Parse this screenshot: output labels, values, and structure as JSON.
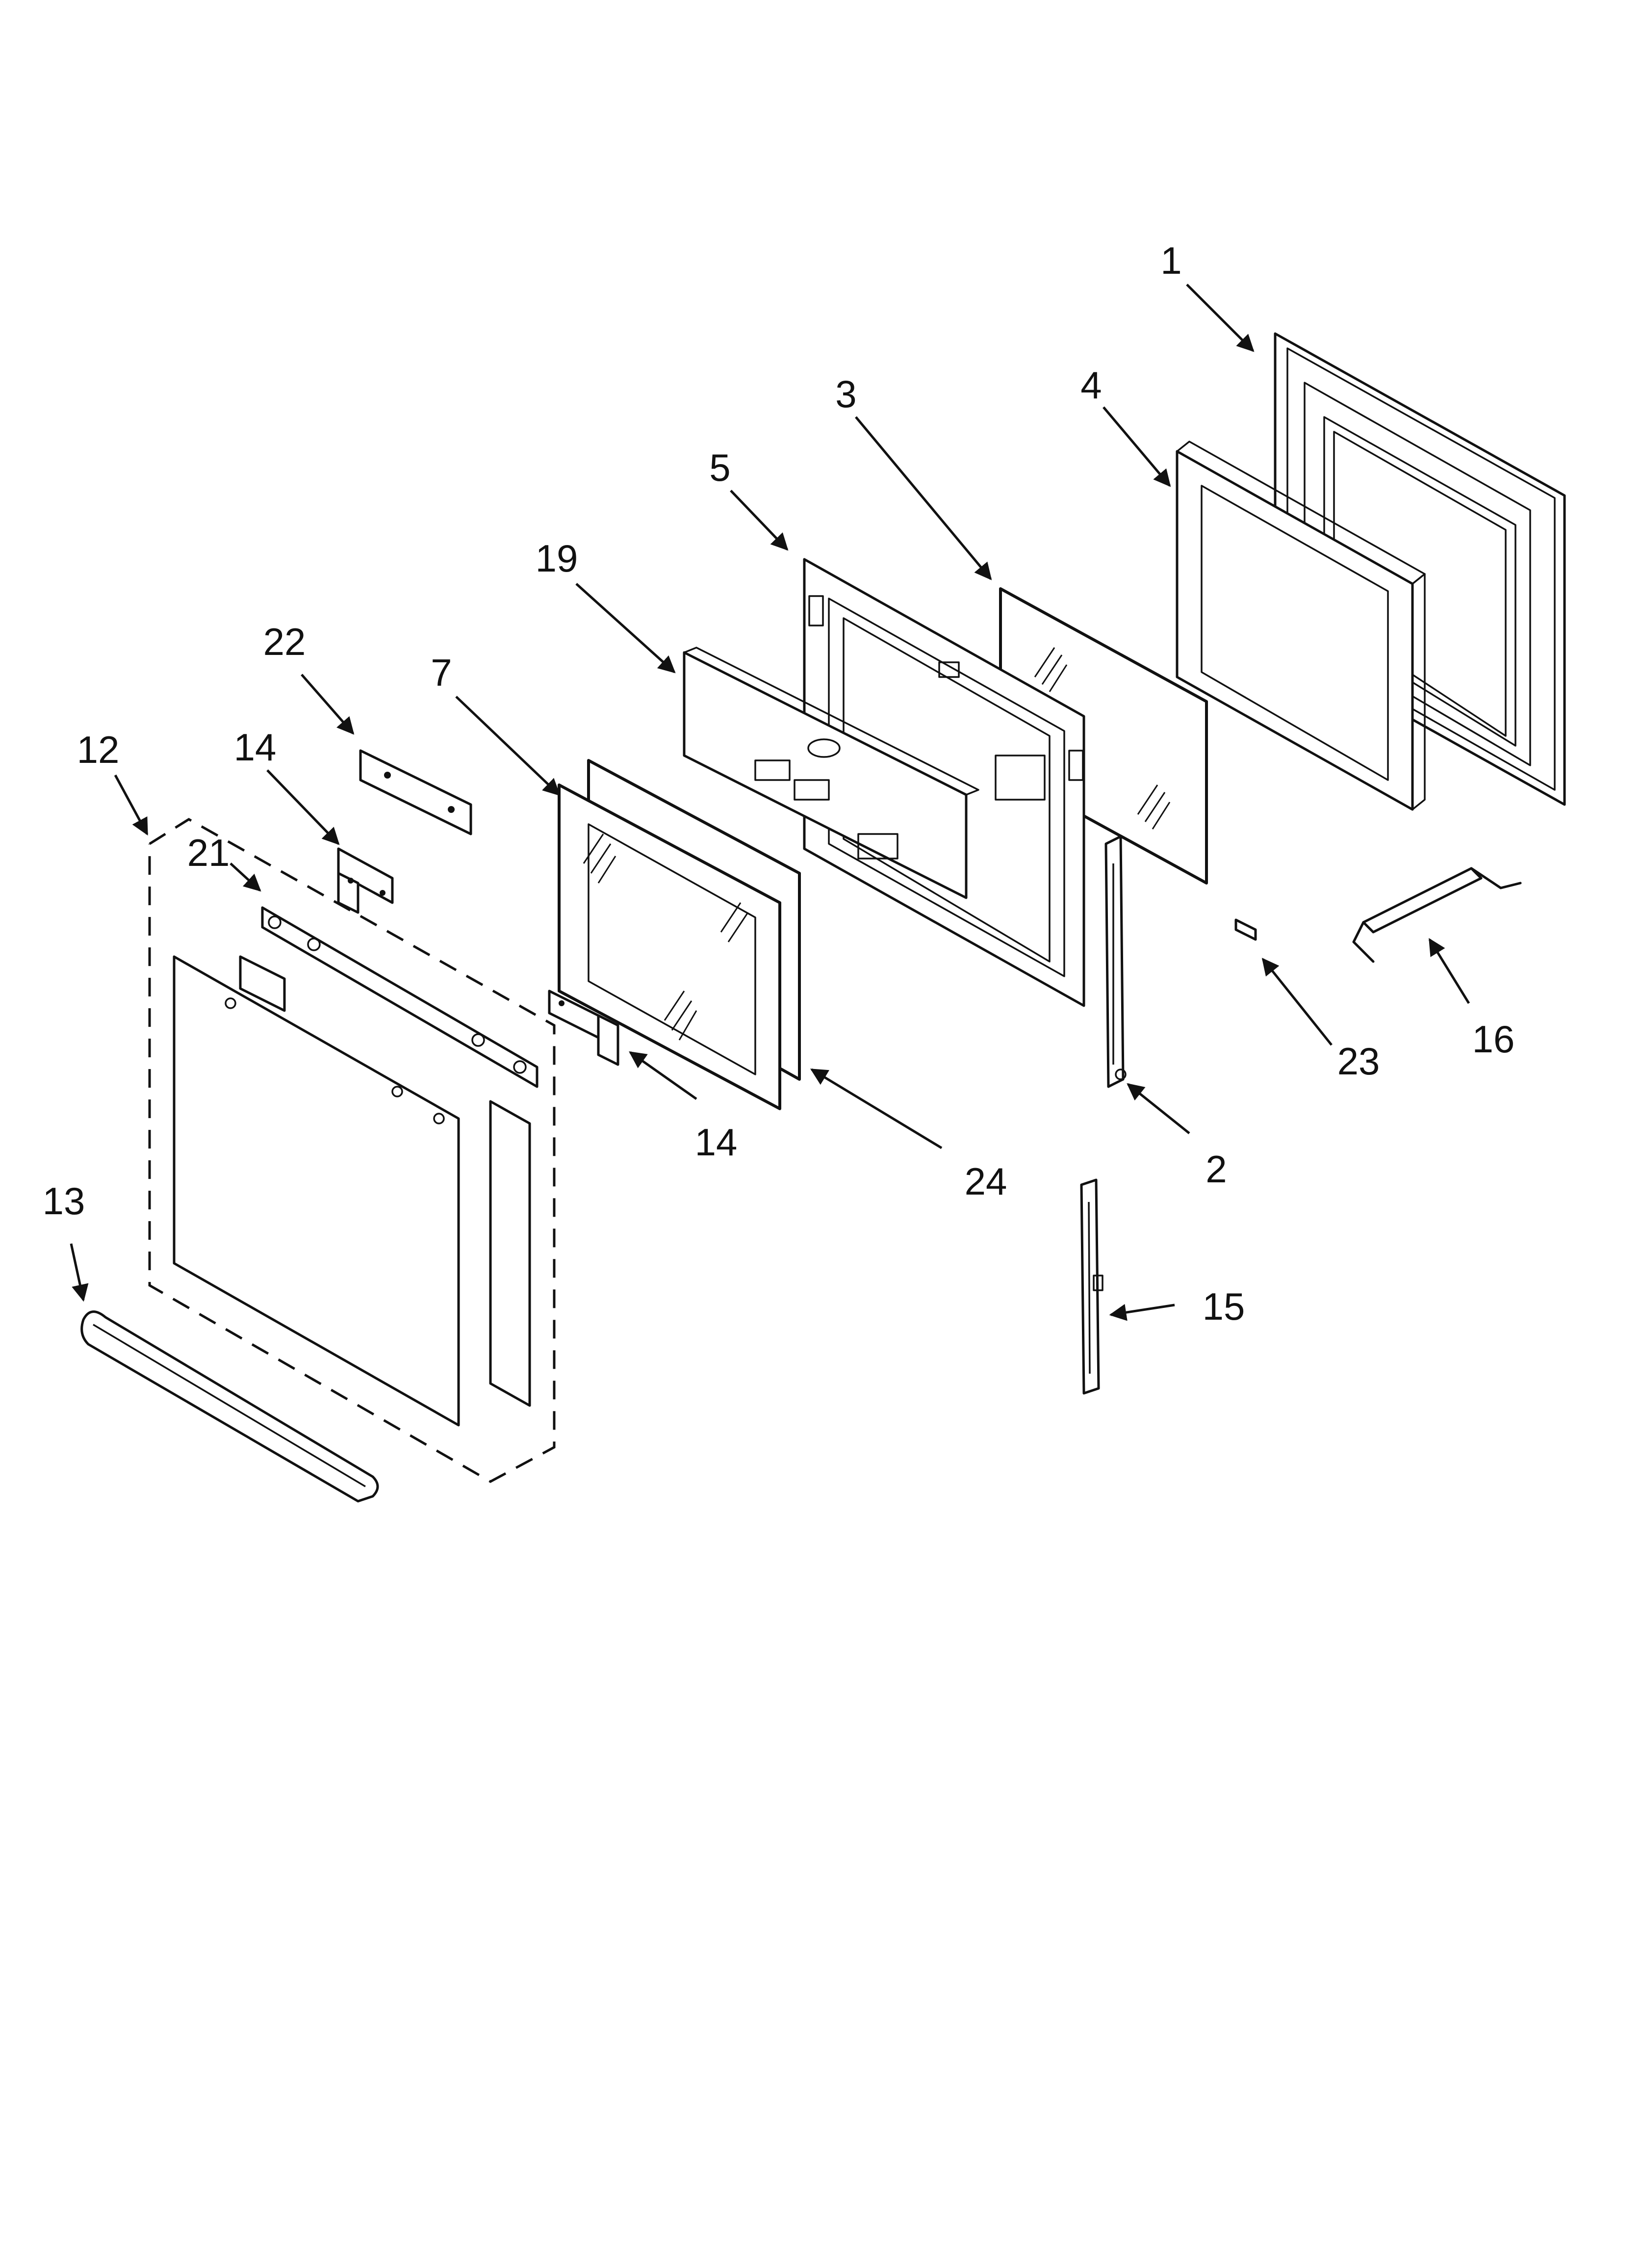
{
  "callouts": {
    "c1": "1",
    "c2": "2",
    "c3": "3",
    "c4": "4",
    "c5": "5",
    "c7": "7",
    "c12": "12",
    "c13": "13",
    "c14a": "14",
    "c14b": "14",
    "c15": "15",
    "c16": "16",
    "c19": "19",
    "c21": "21",
    "c22": "22",
    "c23": "23",
    "c24": "24"
  }
}
